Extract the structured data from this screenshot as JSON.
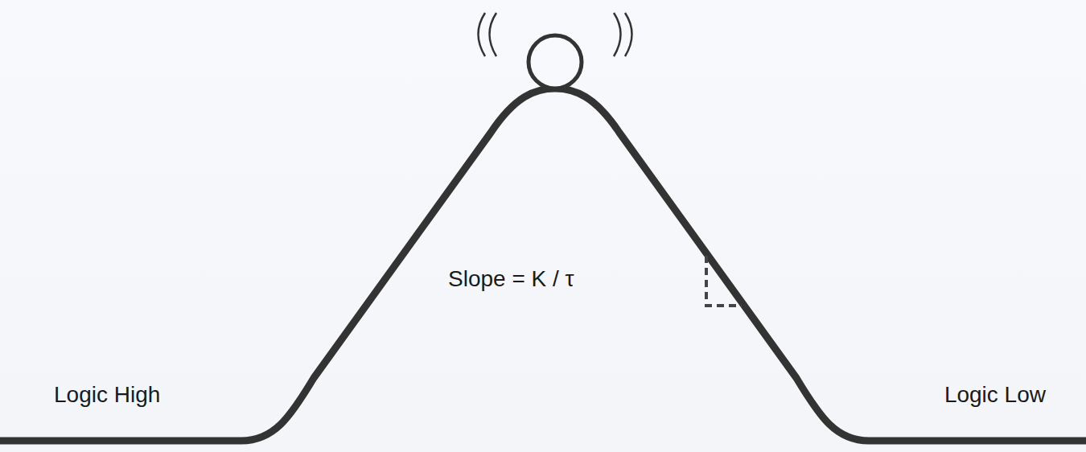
{
  "diagram": {
    "labels": [
      "Slope = K / τ",
      "Logic High",
      "Logic Low"
    ]
  }
}
